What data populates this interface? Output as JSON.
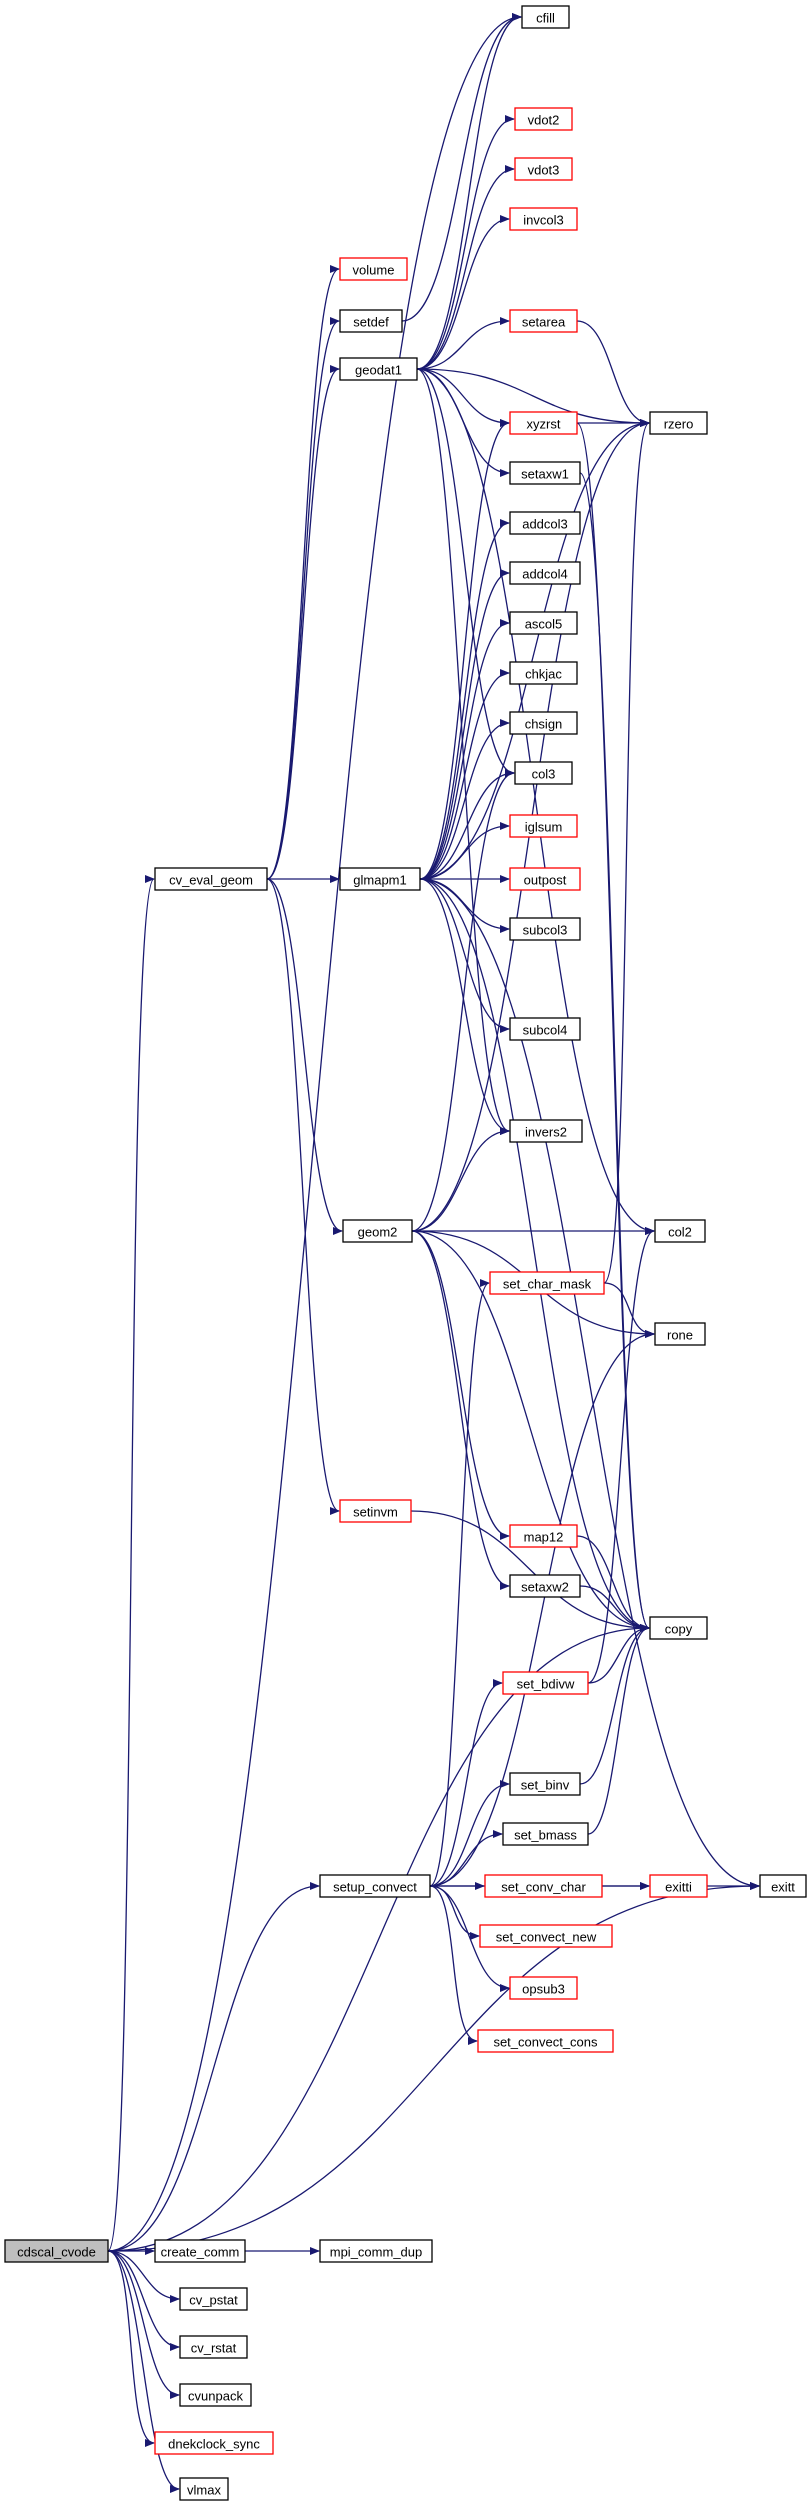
{
  "colors": {
    "edge": "#191970",
    "normal_border": "#000000",
    "truncated_border": "#ff0000",
    "root_fill": "#bfbfbf",
    "background": "#ffffff"
  },
  "nodes": [
    {
      "id": "cdscal_cvode",
      "label": "cdscal_cvode",
      "border": "black",
      "root": true
    },
    {
      "id": "create_comm",
      "label": "create_comm",
      "border": "black"
    },
    {
      "id": "mpi_comm_dup",
      "label": "mpi_comm_dup",
      "border": "black"
    },
    {
      "id": "cv_pstat",
      "label": "cv_pstat",
      "border": "black"
    },
    {
      "id": "cv_rstat",
      "label": "cv_rstat",
      "border": "black"
    },
    {
      "id": "cvunpack",
      "label": "cvunpack",
      "border": "black"
    },
    {
      "id": "dnekclock_sync",
      "label": "dnekclock_sync",
      "border": "red"
    },
    {
      "id": "vlmax",
      "label": "vlmax",
      "border": "black"
    },
    {
      "id": "cv_eval_geom",
      "label": "cv_eval_geom",
      "border": "black"
    },
    {
      "id": "glmapm1",
      "label": "glmapm1",
      "border": "black"
    },
    {
      "id": "geodat1",
      "label": "geodat1",
      "border": "black"
    },
    {
      "id": "geom2",
      "label": "geom2",
      "border": "black"
    },
    {
      "id": "setup_convect",
      "label": "setup_convect",
      "border": "black"
    },
    {
      "id": "setinvm",
      "label": "setinvm",
      "border": "red"
    },
    {
      "id": "volume",
      "label": "volume",
      "border": "red"
    },
    {
      "id": "setdef",
      "label": "setdef",
      "border": "black"
    },
    {
      "id": "cfill",
      "label": "cfill",
      "border": "black"
    },
    {
      "id": "vdot2",
      "label": "vdot2",
      "border": "red"
    },
    {
      "id": "vdot3",
      "label": "vdot3",
      "border": "red"
    },
    {
      "id": "invcol3",
      "label": "invcol3",
      "border": "red"
    },
    {
      "id": "setarea",
      "label": "setarea",
      "border": "red"
    },
    {
      "id": "xyzrst",
      "label": "xyzrst",
      "border": "red"
    },
    {
      "id": "rzero",
      "label": "rzero",
      "border": "black"
    },
    {
      "id": "setaxw1",
      "label": "setaxw1",
      "border": "black"
    },
    {
      "id": "addcol3",
      "label": "addcol3",
      "border": "black"
    },
    {
      "id": "addcol4",
      "label": "addcol4",
      "border": "black"
    },
    {
      "id": "ascol5",
      "label": "ascol5",
      "border": "black"
    },
    {
      "id": "chkjac",
      "label": "chkjac",
      "border": "black"
    },
    {
      "id": "chsign",
      "label": "chsign",
      "border": "black"
    },
    {
      "id": "col3",
      "label": "col3",
      "border": "black"
    },
    {
      "id": "iglsum",
      "label": "iglsum",
      "border": "red"
    },
    {
      "id": "outpost",
      "label": "outpost",
      "border": "red"
    },
    {
      "id": "subcol3",
      "label": "subcol3",
      "border": "black"
    },
    {
      "id": "subcol4",
      "label": "subcol4",
      "border": "black"
    },
    {
      "id": "invers2",
      "label": "invers2",
      "border": "black"
    },
    {
      "id": "col2",
      "label": "col2",
      "border": "black"
    },
    {
      "id": "set_char_mask",
      "label": "set_char_mask",
      "border": "red"
    },
    {
      "id": "rone",
      "label": "rone",
      "border": "black"
    },
    {
      "id": "map12",
      "label": "map12",
      "border": "red"
    },
    {
      "id": "setaxw2",
      "label": "setaxw2",
      "border": "black"
    },
    {
      "id": "copy",
      "label": "copy",
      "border": "black"
    },
    {
      "id": "set_bdivw",
      "label": "set_bdivw",
      "border": "red"
    },
    {
      "id": "set_binv",
      "label": "set_binv",
      "border": "black"
    },
    {
      "id": "set_bmass",
      "label": "set_bmass",
      "border": "black"
    },
    {
      "id": "set_conv_char",
      "label": "set_conv_char",
      "border": "red"
    },
    {
      "id": "exitti",
      "label": "exitti",
      "border": "red"
    },
    {
      "id": "exitt",
      "label": "exitt",
      "border": "black"
    },
    {
      "id": "set_convect_new",
      "label": "set_convect_new",
      "border": "red"
    },
    {
      "id": "opsub3",
      "label": "opsub3",
      "border": "red"
    },
    {
      "id": "set_convect_cons",
      "label": "set_convect_cons",
      "border": "red"
    }
  ],
  "edges": [
    [
      "cdscal_cvode",
      "cfill"
    ],
    [
      "cdscal_cvode",
      "cv_eval_geom"
    ],
    [
      "cdscal_cvode",
      "setup_convect"
    ],
    [
      "cdscal_cvode",
      "copy"
    ],
    [
      "cdscal_cvode",
      "exitt"
    ],
    [
      "cdscal_cvode",
      "create_comm"
    ],
    [
      "cdscal_cvode",
      "cv_pstat"
    ],
    [
      "cdscal_cvode",
      "cv_rstat"
    ],
    [
      "cdscal_cvode",
      "cvunpack"
    ],
    [
      "cdscal_cvode",
      "dnekclock_sync"
    ],
    [
      "cdscal_cvode",
      "vlmax"
    ],
    [
      "create_comm",
      "mpi_comm_dup"
    ],
    [
      "cv_eval_geom",
      "volume"
    ],
    [
      "cv_eval_geom",
      "setdef"
    ],
    [
      "cv_eval_geom",
      "geodat1"
    ],
    [
      "cv_eval_geom",
      "glmapm1"
    ],
    [
      "cv_eval_geom",
      "geom2"
    ],
    [
      "cv_eval_geom",
      "setinvm"
    ],
    [
      "setdef",
      "cfill"
    ],
    [
      "geodat1",
      "cfill"
    ],
    [
      "geodat1",
      "vdot2"
    ],
    [
      "geodat1",
      "vdot3"
    ],
    [
      "geodat1",
      "invcol3"
    ],
    [
      "geodat1",
      "setarea"
    ],
    [
      "geodat1",
      "rzero"
    ],
    [
      "geodat1",
      "xyzrst"
    ],
    [
      "geodat1",
      "setaxw1"
    ],
    [
      "geodat1",
      "col3"
    ],
    [
      "geodat1",
      "invers2"
    ],
    [
      "geodat1",
      "col2"
    ],
    [
      "setarea",
      "rzero"
    ],
    [
      "xyzrst",
      "rzero"
    ],
    [
      "xyzrst",
      "copy"
    ],
    [
      "setaxw1",
      "copy"
    ],
    [
      "glmapm1",
      "xyzrst"
    ],
    [
      "glmapm1",
      "addcol3"
    ],
    [
      "glmapm1",
      "addcol4"
    ],
    [
      "glmapm1",
      "ascol5"
    ],
    [
      "glmapm1",
      "chkjac"
    ],
    [
      "glmapm1",
      "chsign"
    ],
    [
      "glmapm1",
      "col3"
    ],
    [
      "glmapm1",
      "iglsum"
    ],
    [
      "glmapm1",
      "outpost"
    ],
    [
      "glmapm1",
      "subcol3"
    ],
    [
      "glmapm1",
      "subcol4"
    ],
    [
      "glmapm1",
      "rzero"
    ],
    [
      "glmapm1",
      "invers2"
    ],
    [
      "glmapm1",
      "copy"
    ],
    [
      "glmapm1",
      "exitt"
    ],
    [
      "geom2",
      "col3"
    ],
    [
      "geom2",
      "invers2"
    ],
    [
      "geom2",
      "rzero"
    ],
    [
      "geom2",
      "col2"
    ],
    [
      "geom2",
      "rone"
    ],
    [
      "geom2",
      "map12"
    ],
    [
      "geom2",
      "setaxw2"
    ],
    [
      "geom2",
      "copy"
    ],
    [
      "setinvm",
      "copy"
    ],
    [
      "set_char_mask",
      "rzero"
    ],
    [
      "set_char_mask",
      "rone"
    ],
    [
      "map12",
      "copy"
    ],
    [
      "setaxw2",
      "copy"
    ],
    [
      "set_bdivw",
      "col2"
    ],
    [
      "set_bdivw",
      "copy"
    ],
    [
      "set_binv",
      "copy"
    ],
    [
      "set_bmass",
      "copy"
    ],
    [
      "setup_convect",
      "set_char_mask"
    ],
    [
      "setup_convect",
      "rone"
    ],
    [
      "setup_convect",
      "set_bdivw"
    ],
    [
      "setup_convect",
      "set_binv"
    ],
    [
      "setup_convect",
      "set_bmass"
    ],
    [
      "setup_convect",
      "set_conv_char"
    ],
    [
      "setup_convect",
      "exitti"
    ],
    [
      "setup_convect",
      "set_convect_new"
    ],
    [
      "setup_convect",
      "opsub3"
    ],
    [
      "setup_convect",
      "set_convect_cons"
    ],
    [
      "set_conv_char",
      "exitti"
    ],
    [
      "exitti",
      "exitt"
    ]
  ]
}
